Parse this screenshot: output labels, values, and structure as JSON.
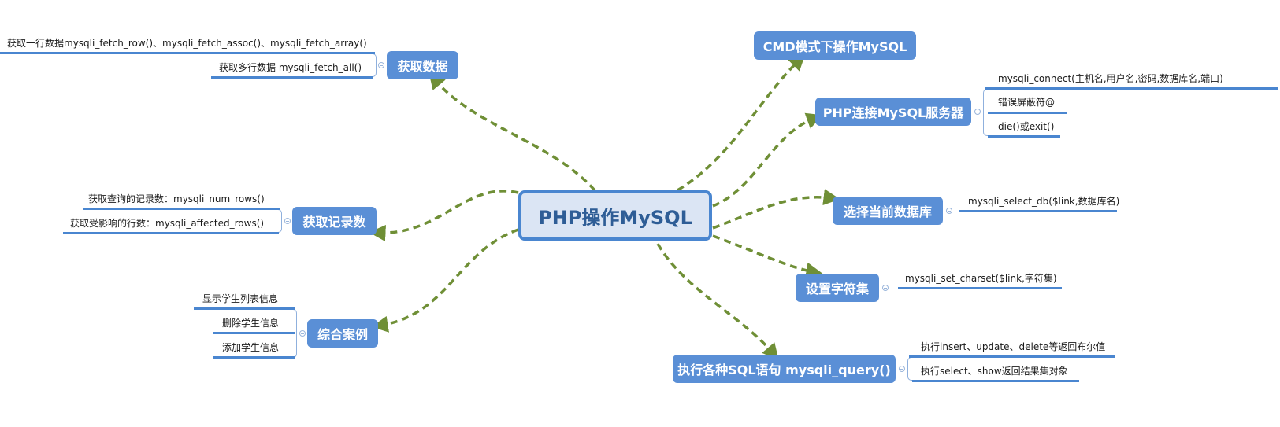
{
  "central": {
    "label": "PHP操作MySQL"
  },
  "colors": {
    "topic": "#5a8fd6",
    "central_border": "#4a86d0",
    "central_fill": "#dbe5f4",
    "connector": "#6f8f36",
    "leaf_line": "#4a86d0"
  },
  "topics": {
    "cmd": {
      "label": "CMD模式下操作MySQL",
      "leaves": []
    },
    "connect": {
      "label": "PHP连接MySQL服务器",
      "leaves": [
        "mysqli_connect(主机名,用户名,密码,数据库名,端口)",
        "错误屏蔽符@",
        "die()或exit()"
      ]
    },
    "select_db": {
      "label": "选择当前数据库",
      "leaves": [
        "mysqli_select_db($link,数据库名)"
      ]
    },
    "charset": {
      "label": "设置字符集",
      "leaves": [
        "mysqli_set_charset($link,字符集)"
      ]
    },
    "query": {
      "label": "执行各种SQL语句 mysqli_query()",
      "leaves": [
        "执行insert、update、delete等返回布尔值",
        "执行select、show返回结果集对象"
      ]
    },
    "fetch": {
      "label": "获取数据",
      "leaves": [
        "获取一行数据mysqli_fetch_row()、mysqli_fetch_assoc()、mysqli_fetch_array()",
        "获取多行数据 mysqli_fetch_all()"
      ]
    },
    "count": {
      "label": "获取记录数",
      "leaves": [
        "获取查询的记录数：mysqli_num_rows()",
        "获取受影响的行数：mysqli_affected_rows()"
      ]
    },
    "case": {
      "label": "综合案例",
      "leaves": [
        "显示学生列表信息",
        "删除学生信息",
        "添加学生信息"
      ]
    }
  }
}
